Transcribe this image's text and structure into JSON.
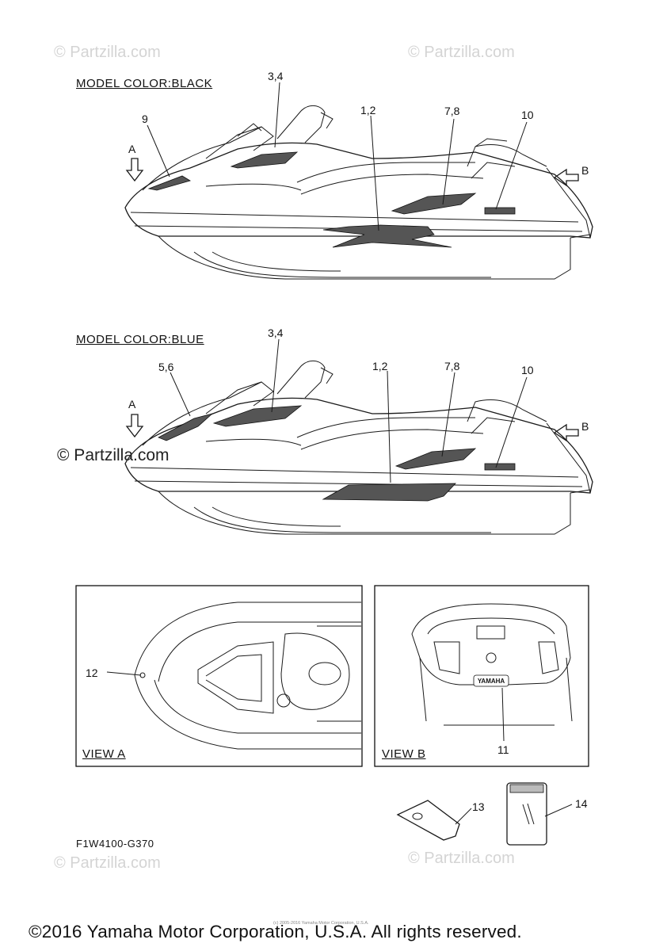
{
  "watermarks": {
    "top_left": "© Partzilla.com",
    "top_right": "© Partzilla.com",
    "middle": "© Partzilla.com",
    "bottom_left": "© Partzilla.com",
    "bottom_right": "© Partzilla.com"
  },
  "black_model": {
    "title": "MODEL COLOR:BLACK",
    "callouts": {
      "c34": "3,4",
      "c9": "9",
      "c12": "1,2",
      "c78": "7,8",
      "c10": "10"
    },
    "view_a": "A",
    "view_b": "B"
  },
  "blue_model": {
    "title": "MODEL COLOR:BLUE",
    "callouts": {
      "c34": "3,4",
      "c56": "5,6",
      "c12": "1,2",
      "c78": "7,8",
      "c10": "10"
    },
    "view_a": "A",
    "view_b": "B"
  },
  "view_a_panel": {
    "label": "VIEW A",
    "callout": "12"
  },
  "view_b_panel": {
    "label": "VIEW B",
    "callout": "11",
    "emblem_text": "YAMAHA"
  },
  "loose_parts": {
    "c13": "13",
    "c14": "14"
  },
  "part_code": "F1W4100-G370",
  "tiny_credit": "(c) 2005-2016 Yamaha Motor Corporation, U.S.A.",
  "copyright": "©2016 Yamaha Motor Corporation, U.S.A. All rights reserved."
}
